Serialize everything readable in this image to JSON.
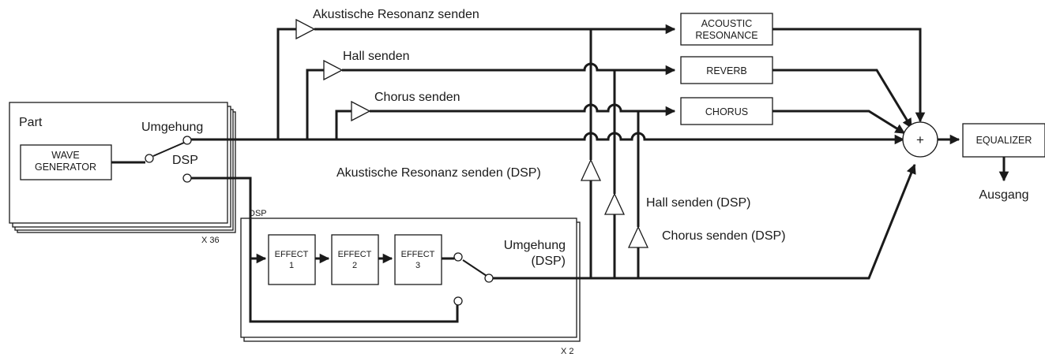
{
  "part": {
    "title": "Part",
    "wave_generator": [
      "WAVE",
      "GENERATOR"
    ],
    "bypass_label": "Umgehung",
    "dsp_label": "DSP",
    "multiplier": "X 36"
  },
  "dsp_block": {
    "title": "DSP",
    "effects": [
      [
        "EFFECT",
        "1"
      ],
      [
        "EFFECT",
        "2"
      ],
      [
        "EFFECT",
        "3"
      ]
    ],
    "bypass_label": [
      "Umgehung",
      "(DSP)"
    ],
    "multiplier": "X 2"
  },
  "sends": {
    "acoustic": "Akustische Resonanz senden",
    "reverb": "Hall senden",
    "chorus": "Chorus senden",
    "acoustic_dsp": "Akustische Resonanz senden (DSP)",
    "reverb_dsp": "Hall senden (DSP)",
    "chorus_dsp": "Chorus senden (DSP)"
  },
  "effects_boxes": {
    "acoustic": [
      "ACOUSTIC",
      "RESONANCE"
    ],
    "reverb": "REVERB",
    "chorus": "CHORUS"
  },
  "mixer": {
    "symbol": "+"
  },
  "equalizer": "EQUALIZER",
  "output": "Ausgang"
}
